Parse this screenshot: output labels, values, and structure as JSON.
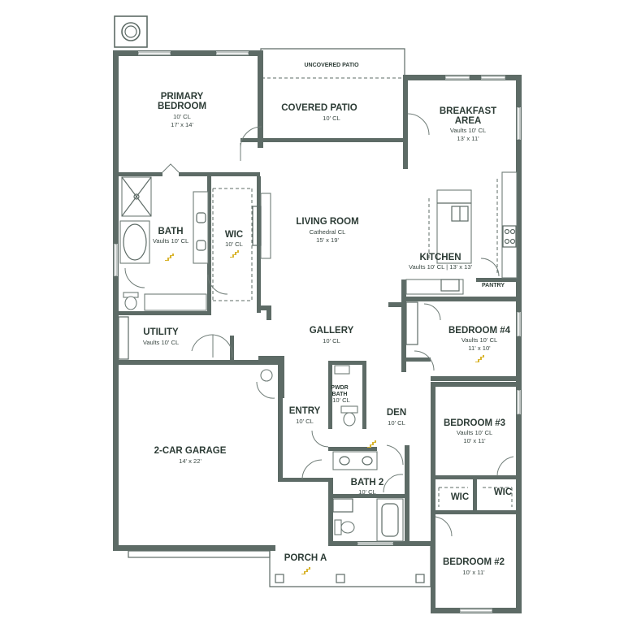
{
  "colors": {
    "wall": "#5d6b66",
    "text": "#2d3c36",
    "stair_icon": "#d9b530",
    "background": "#ffffff"
  },
  "icons": {
    "stair": "stair-step-icon",
    "chimney": "circle-vent-icon"
  },
  "rooms": {
    "uncovered_patio": {
      "name": "UNCOVERED PATIO"
    },
    "covered_patio": {
      "name": "COVERED PATIO",
      "ceiling": "10' CL"
    },
    "primary_bedroom": {
      "name_line1": "PRIMARY",
      "name_line2": "BEDROOM",
      "ceiling": "10' CL",
      "size": "17' x 14'"
    },
    "breakfast_area": {
      "name_line1": "BREAKFAST",
      "name_line2": "AREA",
      "ceiling": "Vaults 10' CL",
      "size": "13' x 11'"
    },
    "living_room": {
      "name": "LIVING ROOM",
      "ceiling": "Cathedral CL",
      "size": "15' x 19'"
    },
    "bath": {
      "name": "BATH",
      "ceiling": "Vaults 10' CL"
    },
    "wic_primary": {
      "name": "WIC",
      "ceiling": "10' CL"
    },
    "kitchen": {
      "name": "KITCHEN",
      "ceiling": "Vaults 10' CL  |  13' x 13'"
    },
    "pantry": {
      "name": "PANTRY"
    },
    "utility": {
      "name": "UTILITY",
      "ceiling": "Vaults 10' CL"
    },
    "gallery": {
      "name": "GALLERY",
      "ceiling": "10' CL"
    },
    "bedroom4": {
      "name": "BEDROOM #4",
      "ceiling": "Vaults 10' CL",
      "size": "11' x 10'"
    },
    "pwdr_bath": {
      "name_line1": "PWDR",
      "name_line2": "BATH",
      "ceiling": "10' CL"
    },
    "entry": {
      "name": "ENTRY",
      "ceiling": "10' CL"
    },
    "den": {
      "name": "DEN",
      "ceiling": "10' CL"
    },
    "bedroom3": {
      "name": "BEDROOM #3",
      "ceiling": "Vaults 10' CL",
      "size": "10' x 11'"
    },
    "garage": {
      "name": "2-CAR GARAGE",
      "size": "14' x 22'"
    },
    "bath2": {
      "name": "BATH 2",
      "ceiling": "10' CL"
    },
    "wic_a": {
      "name": "WIC"
    },
    "wic_b": {
      "name": "WIC"
    },
    "porch": {
      "name": "PORCH A"
    },
    "bedroom2": {
      "name": "BEDROOM #2",
      "size": "10' x 11'"
    }
  }
}
